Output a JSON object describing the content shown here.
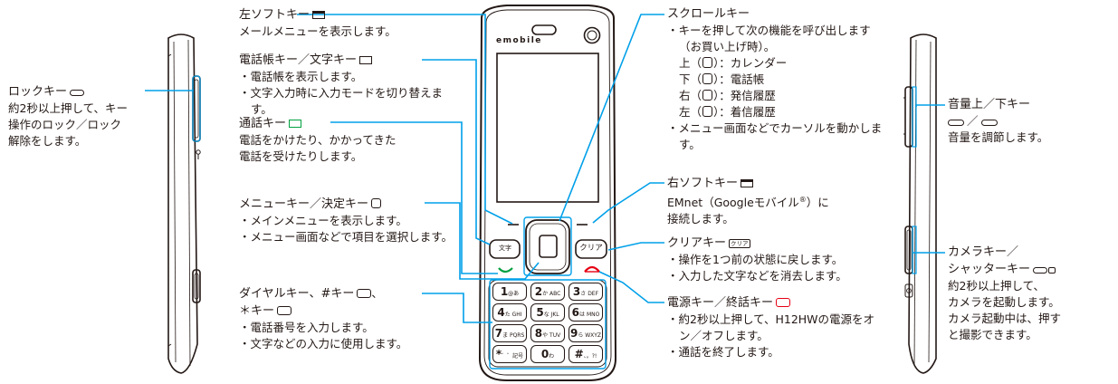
{
  "lock_key": {
    "title": "ロックキー",
    "desc": [
      "約2秒以上押して、キー",
      "操作のロック／ロック",
      "解除をします。"
    ]
  },
  "left_soft_key": {
    "title": "左ソフトキー",
    "desc": "メールメニューを表示します。"
  },
  "phonebook_key": {
    "title": "電話帳キー／文字キー",
    "bullets": [
      "電話帳を表示します。",
      "文字入力時に入力モードを切り替えます。"
    ]
  },
  "call_key": {
    "title": "通話キー",
    "desc": [
      "電話をかけたり、かかってきた",
      "電話を受けたりします。"
    ]
  },
  "menu_key": {
    "title": "メニューキー／決定キー",
    "bullets": [
      "メインメニューを表示します。",
      "メニュー画面などで項目を選択します。"
    ]
  },
  "dial_key": {
    "title": "ダイヤルキー、#キー",
    "title2": "＊キー",
    "bullets": [
      "電話番号を入力します。",
      "文字などの入力に使用します。"
    ]
  },
  "scroll_key": {
    "title": "スクロールキー",
    "bullet1": "キーを押して次の機能を呼び出します（お買い上げ時）。",
    "items": [
      {
        "dir": "上（",
        "label": "）：カレンダー"
      },
      {
        "dir": "下（",
        "label": "）：電話帳"
      },
      {
        "dir": "右（",
        "label": "）：発信履歴"
      },
      {
        "dir": "左（",
        "label": "）：着信履歴"
      }
    ],
    "bullet2": "メニュー画面などでカーソルを動かします。"
  },
  "right_soft_key": {
    "title": "右ソフトキー",
    "desc1": "EMnet（Googleモバイル",
    "reg": "®",
    "desc1b": "）に",
    "desc2": "接続します。"
  },
  "clear_key": {
    "title": "クリアキー",
    "icon_label": "クリア",
    "bullets": [
      "操作を1つ前の状態に戻します。",
      "入力した文字などを消去します。"
    ]
  },
  "power_key": {
    "title": "電源キー／終話キー",
    "bullets": [
      "約2秒以上押して、H12HWの電源をオン／オフします。",
      "通話を終了します。"
    ]
  },
  "volume_key": {
    "title": "音量上／下キー",
    "sep": "／",
    "desc": "音量を調節します。"
  },
  "camera_key": {
    "title": "カメラキー／",
    "title2": "シャッターキー",
    "desc": [
      "約2秒以上押して、",
      "カメラを起動します。",
      "カメラ起動中は、押す",
      "と撮影できます。"
    ]
  },
  "phone": {
    "brand": "emobile",
    "softkey_text": "文字",
    "clear_label": "クリア",
    "keypad": [
      {
        "main": "1",
        "sub": "@あ"
      },
      {
        "main": "2",
        "sub": "か ABC"
      },
      {
        "main": "3",
        "sub": "さ DEF"
      },
      {
        "main": "4",
        "sub": "た GHI"
      },
      {
        "main": "5",
        "sub": "な JKL"
      },
      {
        "main": "6",
        "sub": "は MNO"
      },
      {
        "main": "7",
        "sub": "ま PQRS"
      },
      {
        "main": "8",
        "sub": "や TUV"
      },
      {
        "main": "9",
        "sub": "ら WXYZ"
      },
      {
        "main": "*",
        "sub": "゛゜記号"
      },
      {
        "main": "0",
        "sub": "わ"
      },
      {
        "main": "#",
        "sub": "、。?!"
      }
    ]
  },
  "colors": {
    "accent": "#00a0e9",
    "text": "#231815",
    "call_green": "#00a040",
    "end_red": "#e60012"
  }
}
